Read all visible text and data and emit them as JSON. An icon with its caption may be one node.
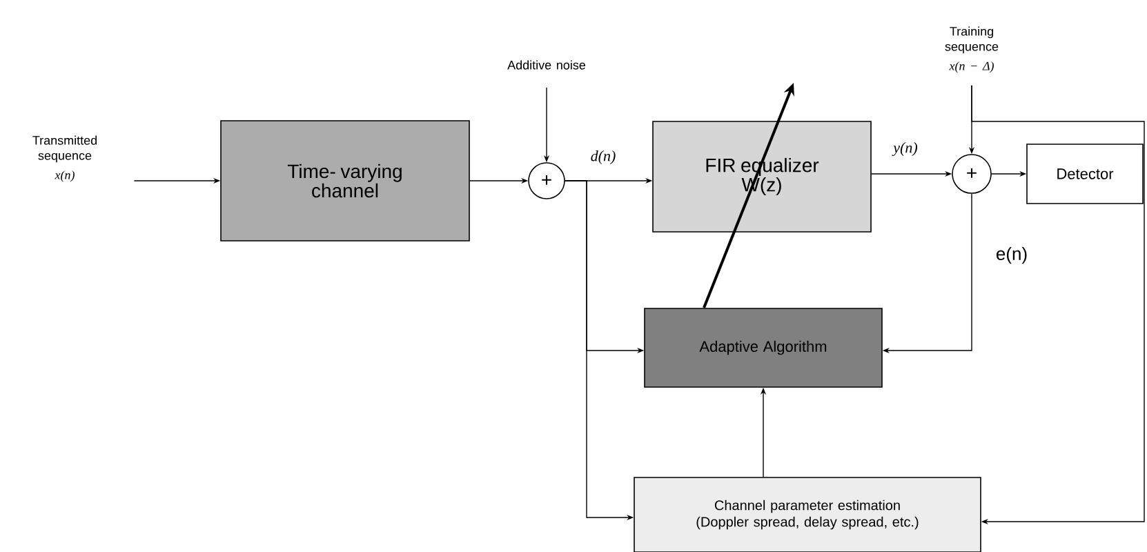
{
  "diagram": {
    "nodes": [
      {
        "text": [
          "Transmitted sequence",
          "x(n)"
        ]
      },
      {
        "text": [
          "Time- varying channel"
        ]
      },
      {
        "text": [
          "Additive noise"
        ]
      },
      {
        "text": [
          "+"
        ]
      },
      {
        "text": [
          "FIR equalizer W(z)"
        ]
      },
      {
        "text": [
          "Training sequence",
          "x(n − Δ)"
        ]
      },
      {
        "text": [
          "+"
        ]
      },
      {
        "text": [
          "Detector"
        ]
      },
      {
        "text": [
          "Adaptive Algorithm"
        ]
      },
      {
        "text": [
          "Channel parameter estimation (Doppler spread, delay spread, etc.)"
        ]
      }
    ],
    "edges": [
      {
        "from": 0,
        "to": 1,
        "arrow": "to"
      },
      {
        "from": 1,
        "to": 3,
        "arrow": "to"
      },
      {
        "from": 2,
        "to": 3,
        "arrow": "to"
      },
      {
        "from": 3,
        "to": 4,
        "arrow": "to",
        "label": "d(n)"
      },
      {
        "from": 3,
        "to": 8,
        "arrow": "to"
      },
      {
        "from": 3,
        "to": 9,
        "arrow": "to"
      },
      {
        "from": 4,
        "to": 6,
        "arrow": "to",
        "label": "y(n)"
      },
      {
        "from": 5,
        "to": 6,
        "arrow": "to"
      },
      {
        "from": 6,
        "to": 7,
        "arrow": "to"
      },
      {
        "from": 6,
        "to": 8,
        "arrow": "to",
        "label": "e(n)"
      },
      {
        "from": 5,
        "to": 9,
        "arrow": "to"
      },
      {
        "from": 9,
        "to": 8,
        "arrow": "to"
      }
    ]
  }
}
